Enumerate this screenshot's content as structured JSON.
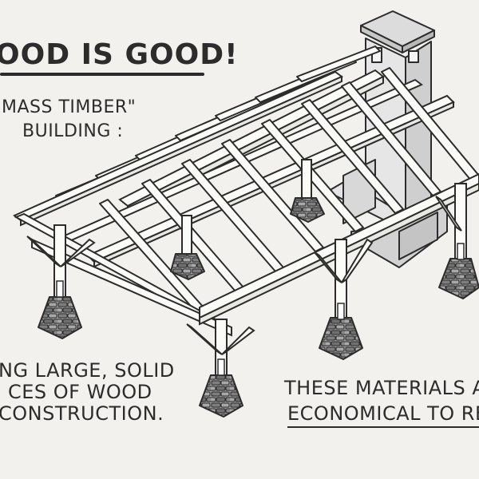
{
  "heading": {
    "title": "OOD IS GOOD!",
    "subtitle_line1": "MASS TIMBER\"",
    "subtitle_line2": "BUILDING :"
  },
  "caption_left": {
    "line1": "NG LARGE, SOLID",
    "line2": "CES  OF  WOOD",
    "line3": "CONSTRUCTION."
  },
  "caption_right": {
    "line1": "THESE MATERIALS A",
    "line2": "ECONOMICAL TO RE"
  },
  "colors": {
    "background": "#f2f1ed",
    "ink": "#2c2c2c",
    "timber": "#fbfbf8",
    "stone": "#8f8f8f",
    "chimney": "#dcdcdc"
  }
}
